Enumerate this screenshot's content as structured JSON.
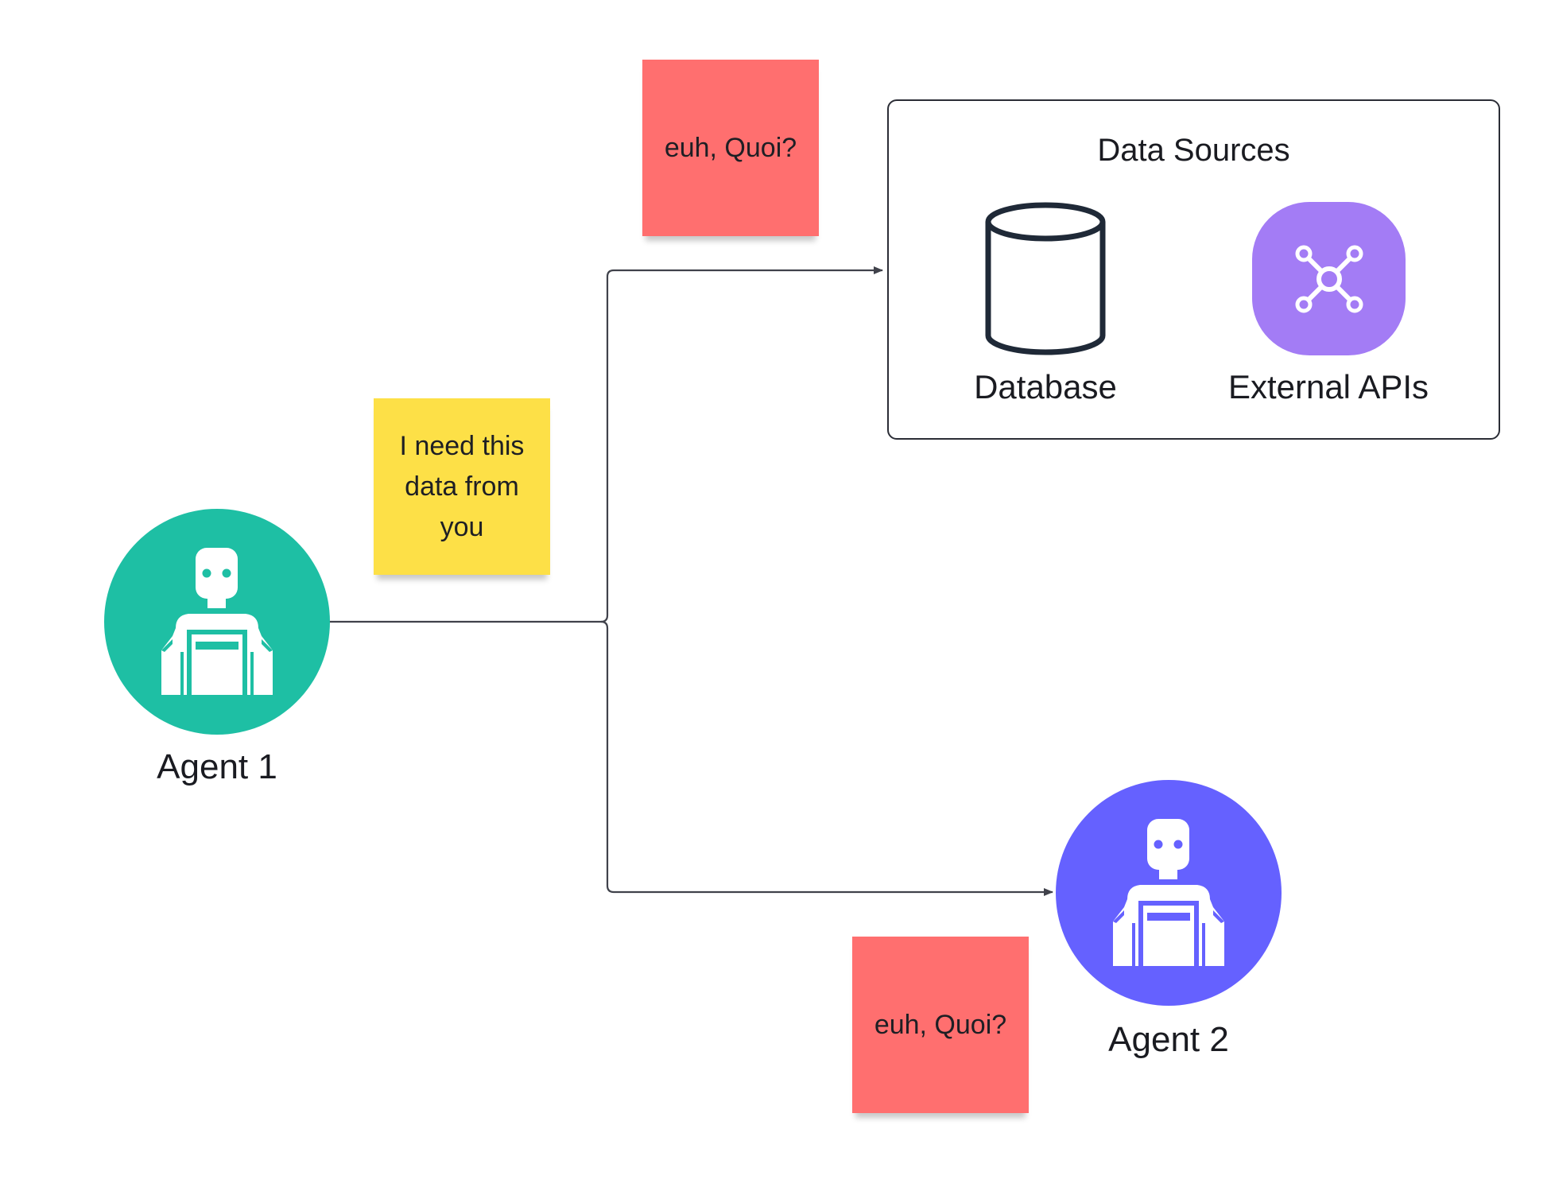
{
  "notes": {
    "top_reply": "euh, Quoi?",
    "request": [
      "I need this",
      "data from",
      "you"
    ],
    "bottom_reply": "euh, Quoi?"
  },
  "agents": {
    "agent1": {
      "label": "Agent 1",
      "color": "#1ebfa4"
    },
    "agent2": {
      "label": "Agent 2",
      "color": "#6561ff"
    }
  },
  "data_sources": {
    "title": "Data Sources",
    "items": [
      {
        "label": "Database",
        "icon": "database-cylinder-icon"
      },
      {
        "label": "External APIs",
        "icon": "network-hub-icon",
        "color": "#a37cf5"
      }
    ]
  },
  "colors": {
    "sticky_red": "#ff6f6f",
    "sticky_yellow": "#fde047",
    "connector": "#40424b"
  }
}
